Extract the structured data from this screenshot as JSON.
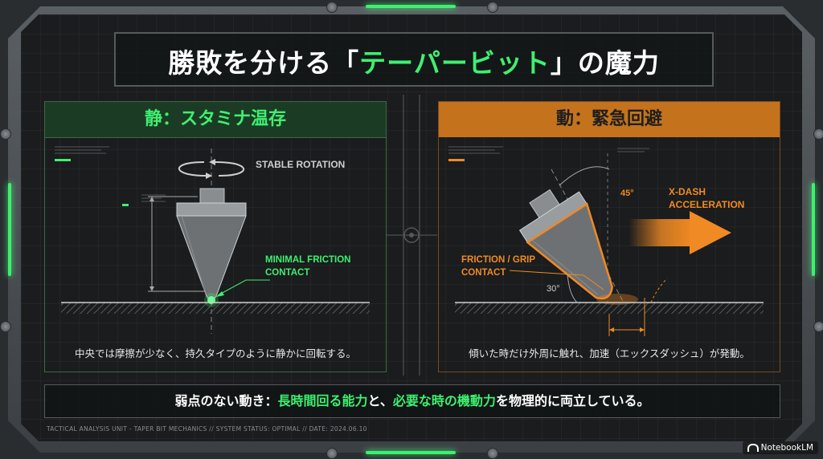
{
  "title": {
    "part1": "勝敗を分ける「",
    "highlight": "テーパービット",
    "part2": "」の魔力"
  },
  "left_panel": {
    "heading": "静：スタミナ温存",
    "label_rotation": "STABLE ROTATION",
    "label_contact_1": "MINIMAL FRICTION",
    "label_contact_2": "CONTACT",
    "caption": "中央では摩擦が少なく、持久タイプのように静かに回転する。"
  },
  "right_panel": {
    "heading": "動：緊急回避",
    "angle_top": "45°",
    "angle_bottom": "30°",
    "label_dash_1": "X-DASH",
    "label_dash_2": "ACCELERATION",
    "label_grip_1": "FRICTION / GRIP",
    "label_grip_2": "CONTACT",
    "caption": "傾いた時だけ外周に触れ、加速（エックスダッシュ）が発動。"
  },
  "summary": {
    "part1": "弱点のない動き：",
    "highlight1": "長時間回る能力",
    "part2": "と、",
    "highlight2": "必要な時の機動力",
    "part3": "を物理的に両立している。"
  },
  "status_line": "TACTICAL ANALYSIS UNIT - TAPER BIT MECHANICS // SYSTEM STATUS: OPTIMAL // DATE: 2024.06.10",
  "logo": "NotebookLM",
  "colors": {
    "green": "#3ef070",
    "orange": "#f08a24",
    "background": "#1a1c1d"
  }
}
